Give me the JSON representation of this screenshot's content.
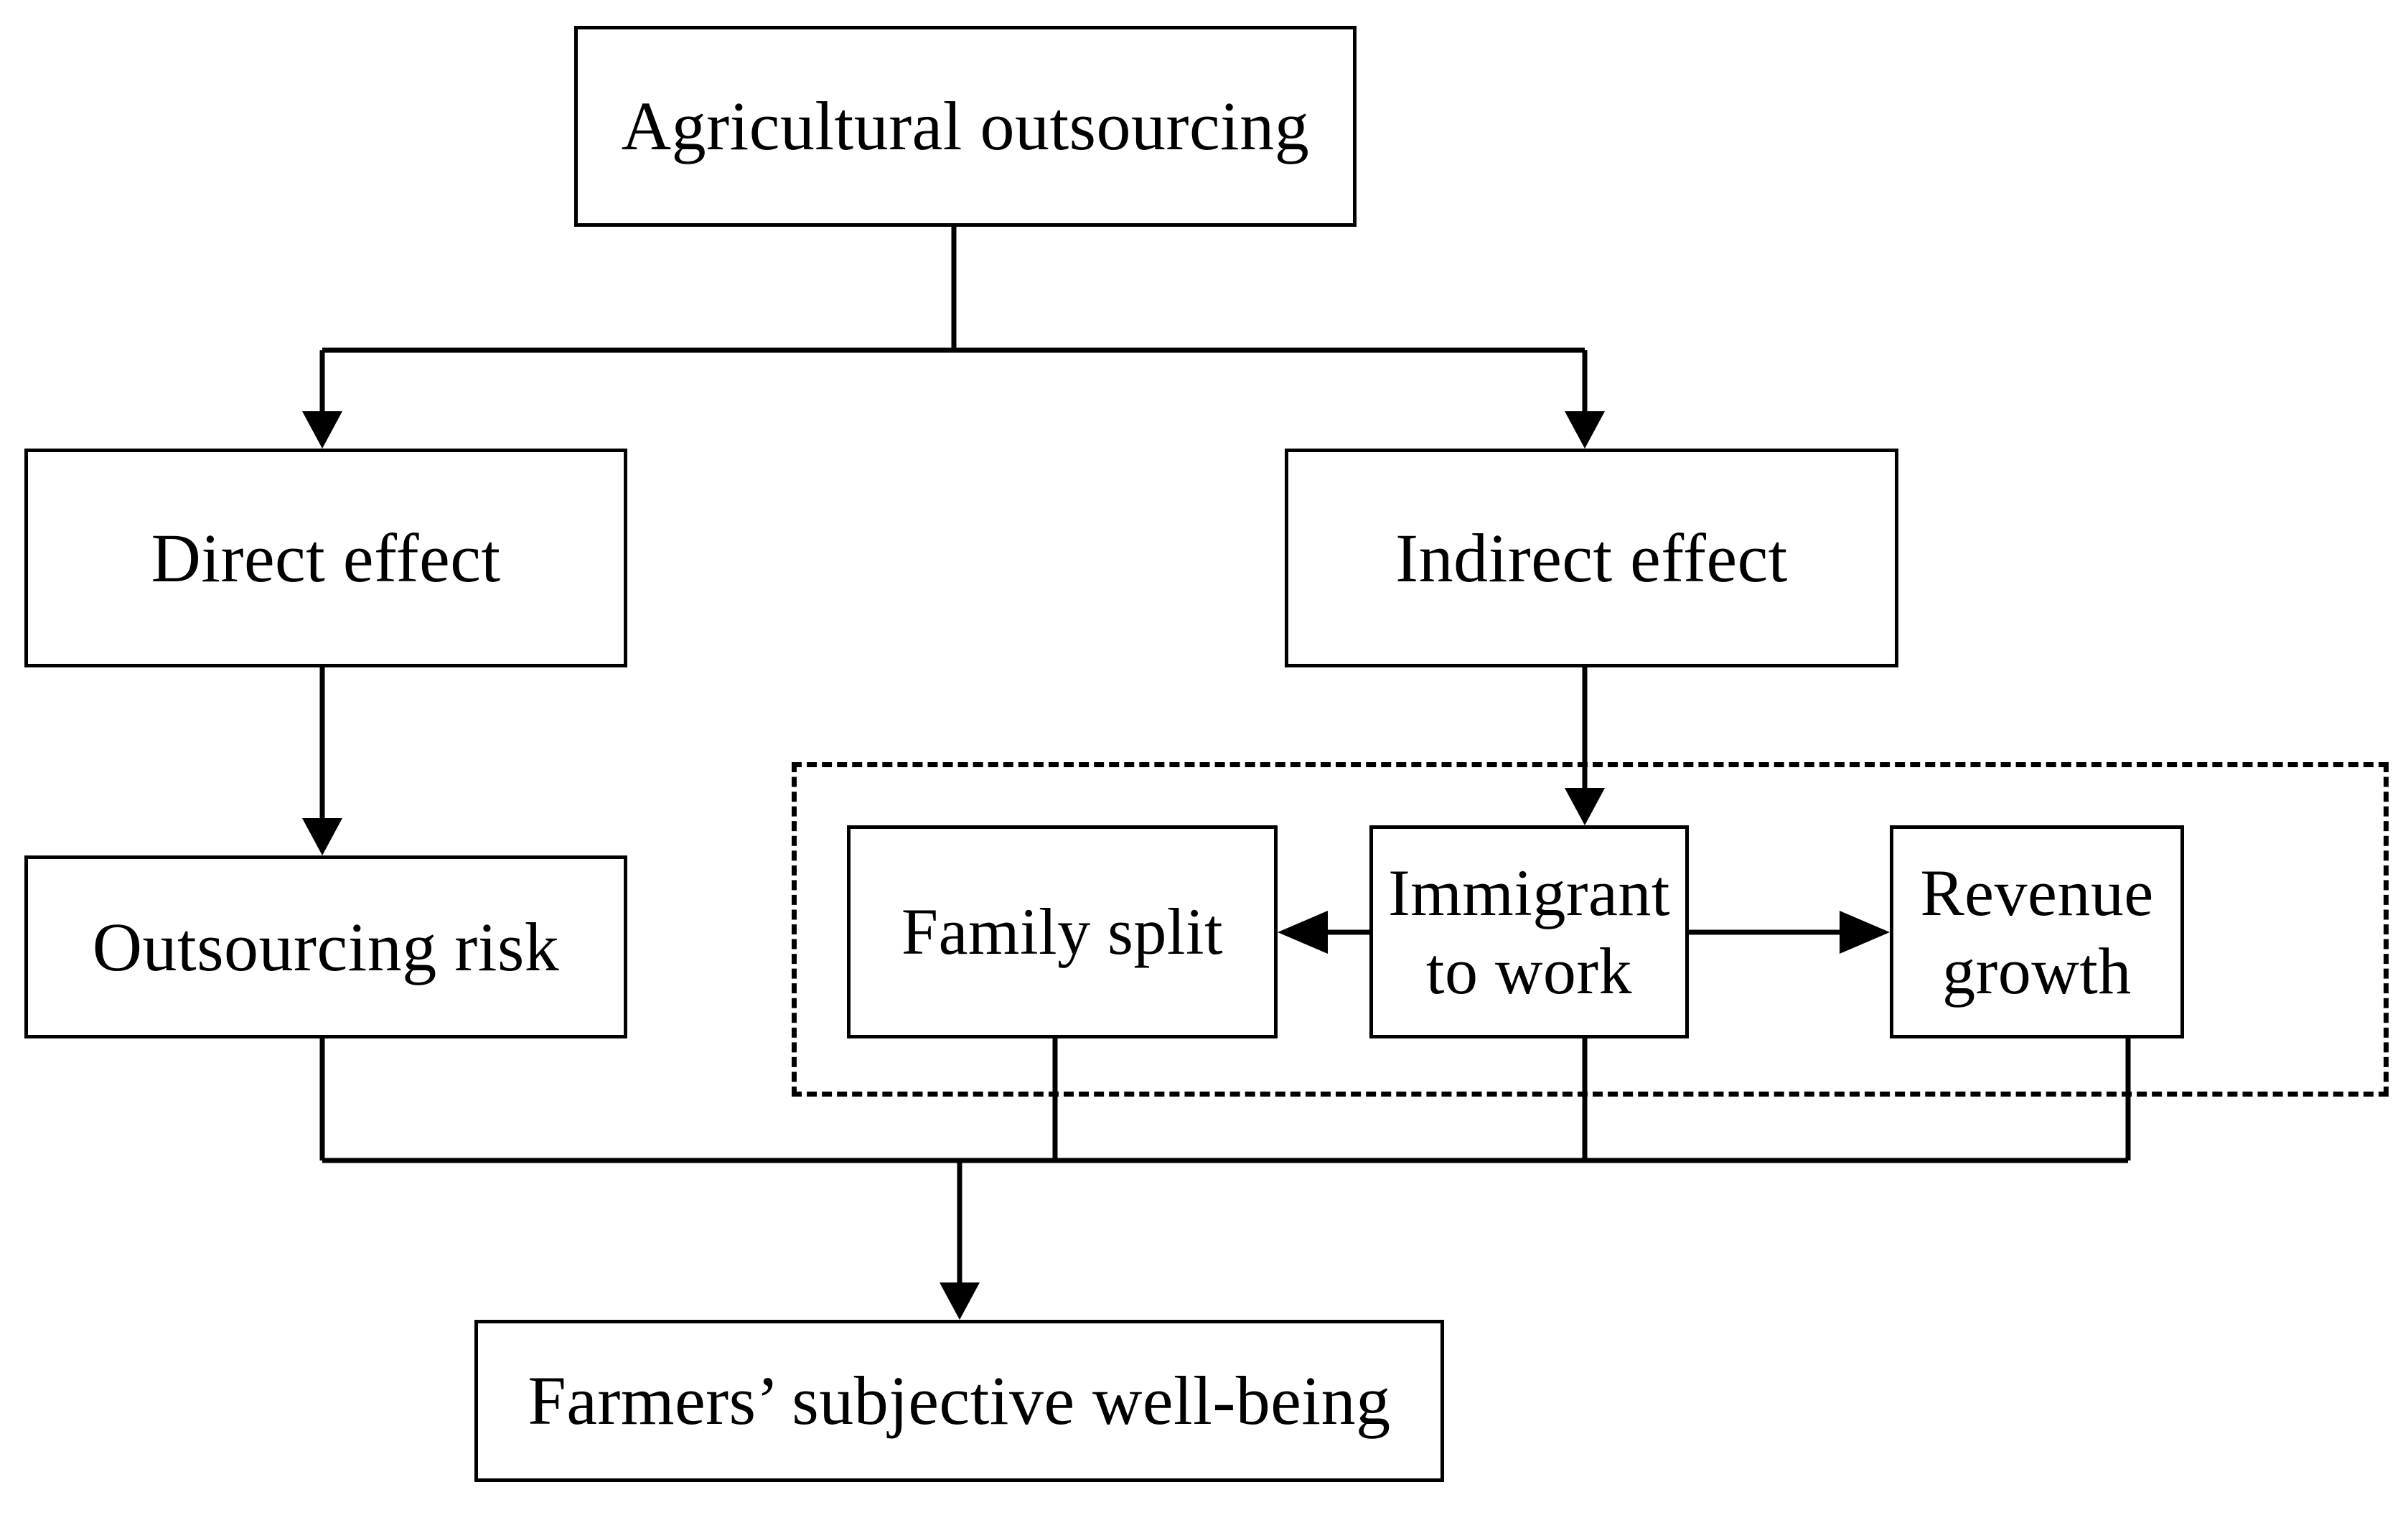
{
  "diagram": {
    "type": "flowchart",
    "title": "Agricultural outsourcing effects on farmers' subjective well-being",
    "background_color": "#ffffff",
    "line_color": "#000000",
    "nodes": {
      "root": {
        "id": "agricultural-outsourcing",
        "label": "Agricultural outsourcing"
      },
      "direct": {
        "id": "direct-effect",
        "label": "Direct effect"
      },
      "indirect": {
        "id": "indirect-effect",
        "label": "Indirect effect"
      },
      "risk": {
        "id": "outsourcing-risk",
        "label": "Outsourcing risk"
      },
      "family": {
        "id": "family-split",
        "label": "Family split"
      },
      "immigrant": {
        "id": "immigrant-to-work",
        "label": "Immigrant\nto work"
      },
      "revenue": {
        "id": "revenue-growth",
        "label": "Revenue\ngrowth"
      },
      "wellbeing": {
        "id": "farmers-subjective-well-being",
        "label": "Farmers’ subjective well-being"
      }
    },
    "group": {
      "id": "mediator-group",
      "style": "dashed",
      "members": [
        "family-split",
        "immigrant-to-work",
        "revenue-growth"
      ]
    },
    "edges": [
      {
        "from": "agricultural-outsourcing",
        "to": "direct-effect",
        "style": "elbow",
        "arrow": "filled-triangle"
      },
      {
        "from": "agricultural-outsourcing",
        "to": "indirect-effect",
        "style": "elbow",
        "arrow": "filled-triangle"
      },
      {
        "from": "direct-effect",
        "to": "outsourcing-risk",
        "style": "straight",
        "arrow": "filled-triangle"
      },
      {
        "from": "indirect-effect",
        "to": "immigrant-to-work",
        "style": "straight",
        "arrow": "filled-triangle"
      },
      {
        "from": "immigrant-to-work",
        "to": "family-split",
        "style": "straight",
        "arrow": "filled-triangle"
      },
      {
        "from": "immigrant-to-work",
        "to": "revenue-growth",
        "style": "straight",
        "arrow": "filled-triangle"
      },
      {
        "from": "outsourcing-risk",
        "to": "farmers-subjective-well-being",
        "style": "bus-elbow",
        "arrow": "filled-triangle"
      },
      {
        "from": "family-split",
        "to": "farmers-subjective-well-being",
        "style": "bus-elbow",
        "arrow": "none"
      },
      {
        "from": "immigrant-to-work",
        "to": "farmers-subjective-well-being",
        "style": "bus-elbow",
        "arrow": "none"
      },
      {
        "from": "revenue-growth",
        "to": "farmers-subjective-well-being",
        "style": "bus-elbow",
        "arrow": "none"
      }
    ]
  }
}
